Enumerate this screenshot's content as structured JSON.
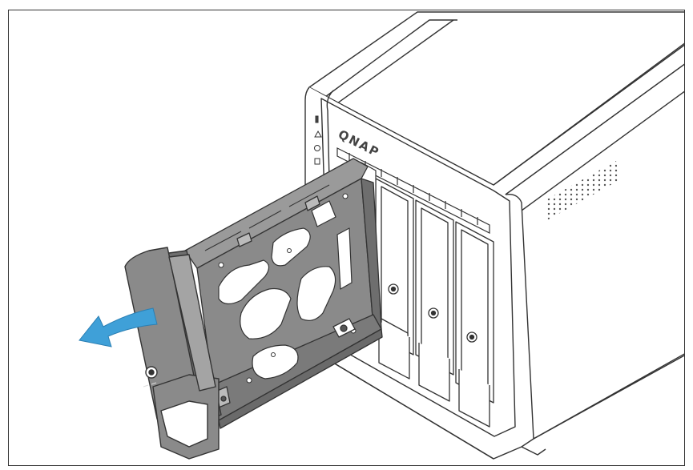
{
  "figure": {
    "brand_text": "QNAP",
    "colors": {
      "line": "#333333",
      "tray_fill": "#8a8a8a",
      "tray_dark": "#6e6e6e",
      "tray_light": "#a4a4a4",
      "arrow": "#3fa0d8",
      "paper": "#ffffff"
    },
    "icons": [
      "nas-enclosure",
      "drive-tray",
      "pull-arrow",
      "lock-icon",
      "status-leds",
      "vent-grille"
    ]
  }
}
